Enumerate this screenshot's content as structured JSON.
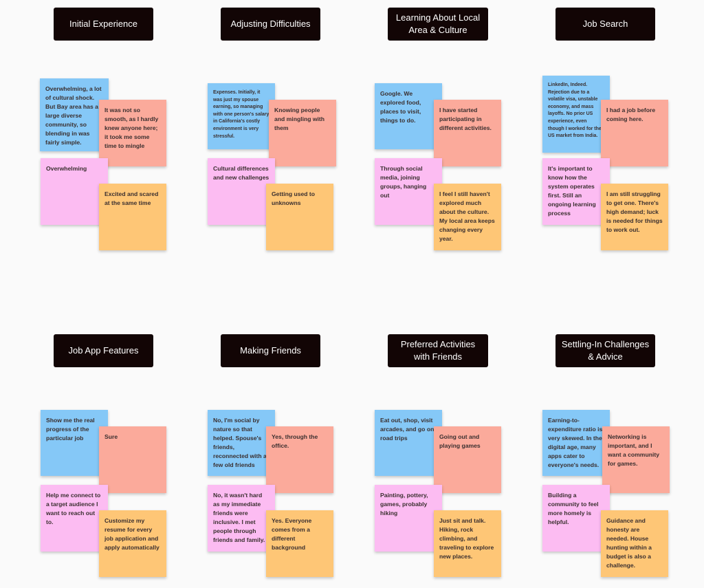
{
  "colors": {
    "background": "#fafafa",
    "header": "#120505",
    "blue": "#85c8f7",
    "red": "#fbaa9b",
    "pink": "#fcbcf2",
    "orange": "#fec676"
  },
  "sections": [
    {
      "title": "Initial Experience",
      "notes": {
        "blue": "Overwhelming, a lot of cultural shock. But Bay area has a large diverse community, so blending in was fairly simple.",
        "red": "It was not so smooth, as I hardly knew anyone here; it took me some time to mingle",
        "pink": "Overwhelming",
        "orange": "Excited and scared at the same time"
      }
    },
    {
      "title": "Adjusting Difficulties",
      "notes": {
        "blue": "Expenses. Initially, it was just my spouse earning, so managing with one person's salary in California's costly environment is very stressful.",
        "red": "Knowing people and mingling with them",
        "pink": "Cultural differences and new challenges",
        "orange": "Getting used to unknowns"
      }
    },
    {
      "title": "Learning About Local Area & Culture",
      "notes": {
        "blue": "Google. We explored food, places to visit, things to do.",
        "red": "I have started participating in different activities.",
        "pink": "Through social media, joining groups, hanging out",
        "orange": "I feel I still haven't explored much about the culture. My local area keeps changing every year."
      }
    },
    {
      "title": "Job Search",
      "notes": {
        "blue": "LinkedIn, Indeed. Rejection due to a volatile visa, unstable economy, and mass layoffs. No prior US experience, even though I worked for the US market from India.",
        "red": "I had a job before coming here.",
        "pink": "It's important to know how the system operates first. Still an ongoing learning process",
        "orange": "I am still struggling to get one. There's high demand; luck is needed for things to work out."
      }
    },
    {
      "title": "Job App Features",
      "notes": {
        "blue": "Show me the real progress of the particular job",
        "red": "Sure",
        "pink": "Help me connect to a target audience I want to reach out to.",
        "orange": "Customize my resume for every job application and apply automatically"
      }
    },
    {
      "title": "Making Friends",
      "notes": {
        "blue": "No, I'm social by nature so that helped. Spouse's friends, reconnected with a few old friends",
        "red": "Yes, through the office.",
        "pink": "No, it wasn't hard as my immediate friends were inclusive. I met people through friends and family.",
        "orange": "Yes. Everyone comes from a different background"
      }
    },
    {
      "title": "Preferred Activities with Friends",
      "notes": {
        "blue": "Eat out, shop, visit arcades, and go on road trips",
        "red": "Going out and playing games",
        "pink": "Painting, pottery, games, probably hiking",
        "orange": "Just sit and talk. Hiking, rock climbing, and traveling to explore new places."
      }
    },
    {
      "title": "Settling-In Challenges & Advice",
      "notes": {
        "blue": "Earning-to-expenditure ratio is very skewed. In the digital age, many apps cater to everyone's needs.",
        "red": "Networking is important, and I want a community for games.",
        "pink": "Building a community to feel more homely is helpful.",
        "orange": "Guidance and honesty are needed. House hunting within a budget is also a challenge."
      }
    }
  ]
}
